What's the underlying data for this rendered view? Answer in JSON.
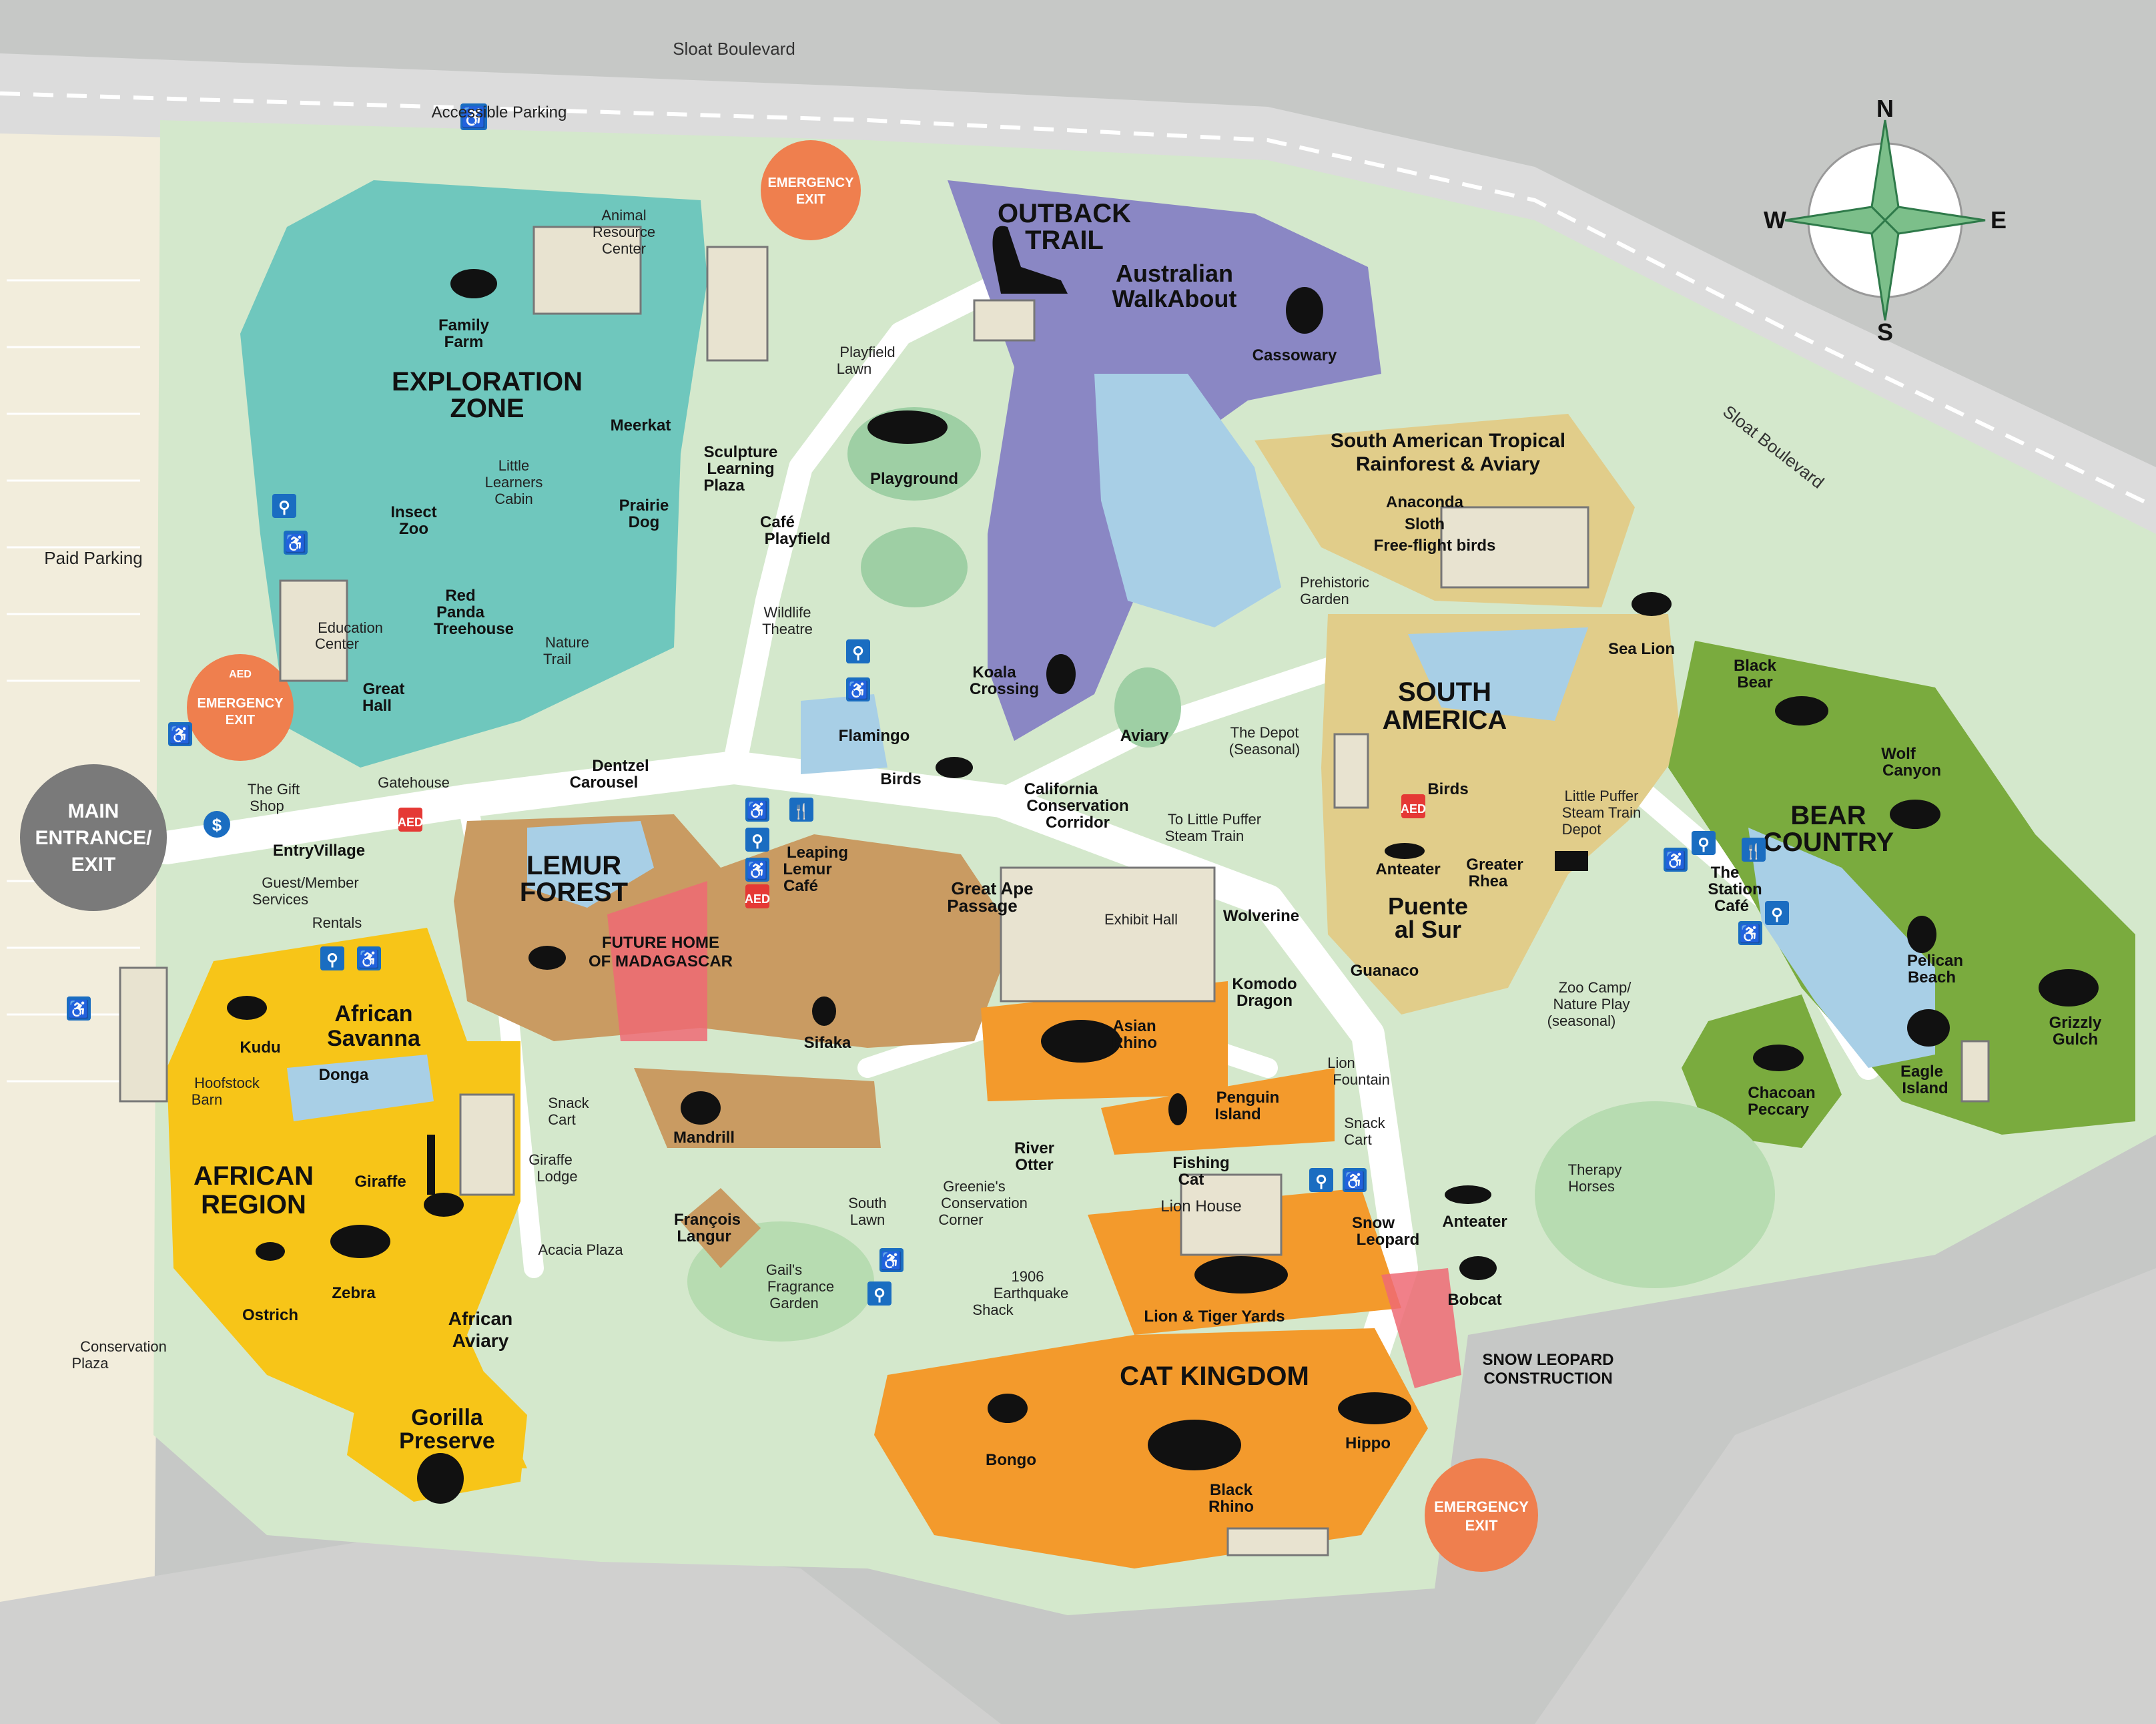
{
  "map": {
    "roads": {
      "top": "Sloat Boulevard",
      "right": "Sloat Boulevard"
    },
    "parking": {
      "accessible": "Accessible Parking",
      "paid": "Paid Parking"
    },
    "compass": {
      "n": "N",
      "s": "S",
      "e": "E",
      "w": "W"
    },
    "colors": {
      "grounds": "#d4e8cc",
      "exploration_zone": "#6fc7bd",
      "outback_trail": "#8a87c4",
      "african_region": "#f7c518",
      "lemur_forest": "#c99b62",
      "cat_kingdom": "#f39a2c",
      "south_america": "#e1cd8a",
      "bear_country": "#7aab3e",
      "emergency_exit": "#ef7f4e",
      "main_entrance": "#7a7a7a",
      "construction": "#ef6a74",
      "water": "#a8cfe6"
    },
    "exits": {
      "main": [
        "MAIN",
        "ENTRANCE/",
        "EXIT"
      ],
      "emergency": [
        "EMERGENCY",
        "EXIT"
      ],
      "aed": "AED"
    },
    "zones": {
      "exploration": [
        "EXPLORATION",
        "ZONE"
      ],
      "outback": [
        "OUTBACK",
        "TRAIL"
      ],
      "australian_walkabout": [
        "Australian",
        "WalkAbout"
      ],
      "south_america": [
        "SOUTH",
        "AMERICA"
      ],
      "bear_country": [
        "BEAR",
        "COUNTRY"
      ],
      "lemur_forest": [
        "LEMUR",
        "FOREST"
      ],
      "african_region": [
        "AFRICAN",
        "REGION"
      ],
      "african_savanna": [
        "African",
        "Savanna"
      ],
      "cat_kingdom": "CAT KINGDOM",
      "puente": [
        "Puente",
        "al Sur"
      ],
      "gorilla": [
        "Gorilla",
        "Preserve"
      ],
      "sa_rainforest": [
        "South American Tropical",
        "Rainforest & Aviary"
      ]
    },
    "construction": {
      "madagascar": [
        "FUTURE HOME",
        "OF MADAGASCAR"
      ],
      "snow_leopard": [
        "SNOW LEOPARD",
        "CONSTRUCTION"
      ]
    },
    "labels": {
      "family_farm": [
        "Family",
        "Farm"
      ],
      "animal_resource": [
        "Animal",
        "Resource",
        "Center"
      ],
      "meerkat": "Meerkat",
      "little_learners": [
        "Little",
        "Learners",
        "Cabin"
      ],
      "insect_zoo": [
        "Insect",
        "Zoo"
      ],
      "prairie_dog": [
        "Prairie",
        "Dog"
      ],
      "red_panda": [
        "Red",
        "Panda",
        "Treehouse"
      ],
      "nature_trail": [
        "Nature",
        "Trail"
      ],
      "education_center": [
        "Education",
        "Center"
      ],
      "great_hall": [
        "Great",
        "Hall"
      ],
      "sculpture_plaza": [
        "Sculpture",
        "Learning",
        "Plaza"
      ],
      "playfield_lawn": [
        "Playfield",
        "Lawn"
      ],
      "playground": "Playground",
      "cafe_playfield": [
        "Café",
        "Playfield"
      ],
      "wildlife_theatre": [
        "Wildlife",
        "Theatre"
      ],
      "flamingo": "Flamingo",
      "birds_flam": "Birds",
      "koala": [
        "Koala",
        "Crossing"
      ],
      "aviary": "Aviary",
      "ca_corridor": [
        "California",
        "Conservation",
        "Corridor"
      ],
      "cassowary": "Cassowary",
      "anaconda": "Anaconda",
      "sloth": "Sloth",
      "freeflight": "Free-flight birds",
      "prehistoric": [
        "Prehistoric",
        "Garden"
      ],
      "sea_lion": "Sea Lion",
      "the_depot": [
        "The Depot",
        "(Seasonal)"
      ],
      "birds_sa": "Birds",
      "anteater_sa": "Anteater",
      "greater_rhea": [
        "Greater",
        "Rhea"
      ],
      "guanaco": "Guanaco",
      "steam_depot": [
        "Little Puffer",
        "Steam Train",
        "Depot"
      ],
      "black_bear": [
        "Black",
        "Bear"
      ],
      "wolf_canyon": [
        "Wolf",
        "Canyon"
      ],
      "station_cafe": [
        "The",
        "Station",
        "Café"
      ],
      "pelican": [
        "Pelican",
        "Beach"
      ],
      "eagle": [
        "Eagle",
        "Island"
      ],
      "grizzly": [
        "Grizzly",
        "Gulch"
      ],
      "chacoan": [
        "Chacoan",
        "Peccary"
      ],
      "zoo_camp": [
        "Zoo Camp/",
        "Nature Play",
        "(seasonal)"
      ],
      "therapy": [
        "Therapy",
        "Horses"
      ],
      "anteater_cat": "Anteater",
      "bobcat": "Bobcat",
      "dentzel": [
        "Dentzel",
        "Carousel"
      ],
      "gift_shop": [
        "The Gift",
        "Shop"
      ],
      "gatehouse": "Gatehouse",
      "entryvillage": "EntryVillage",
      "guest_services": [
        "Guest/Member",
        "Services"
      ],
      "rentals": "Rentals",
      "leaping_lemur": [
        "Leaping",
        "Lemur",
        "Café"
      ],
      "great_ape": [
        "Great Ape",
        "Passage"
      ],
      "to_puffer": [
        "To Little Puffer",
        "Steam Train"
      ],
      "exhibit_hall": "Exhibit Hall",
      "wolverine": "Wolverine",
      "komodo": [
        "Komodo",
        "Dragon"
      ],
      "asian_rhino": [
        "Asian",
        "Rhino"
      ],
      "lion_fountain": [
        "Lion",
        "Fountain"
      ],
      "penguin": [
        "Penguin",
        "Island"
      ],
      "snack_cart": [
        "Snack",
        "Cart"
      ],
      "fishing_cat": [
        "Fishing",
        "Cat"
      ],
      "lion_house": "Lion House",
      "snow_leopard": [
        "Snow",
        "Leopard"
      ],
      "lion_tiger": "Lion & Tiger Yards",
      "river_otter": [
        "River",
        "Otter"
      ],
      "greenies": [
        "Greenie's",
        "Conservation",
        "Corner"
      ],
      "earthquake": [
        "1906",
        "Earthquake",
        "Shack"
      ],
      "south_lawn": [
        "South",
        "Lawn"
      ],
      "gails": [
        "Gail's",
        "Fragrance",
        "Garden"
      ],
      "francois": [
        "François",
        "Langur"
      ],
      "sifaka": "Sifaka",
      "mandrill": "Mandrill",
      "kudu": "Kudu",
      "hoofstock": [
        "Hoofstock",
        "Barn"
      ],
      "donga": "Donga",
      "giraffe": "Giraffe",
      "giraffe_lodge": [
        "Giraffe",
        "Lodge"
      ],
      "zebra": "Zebra",
      "ostrich": "Ostrich",
      "african_aviary": [
        "African",
        "Aviary"
      ],
      "acacia": "Acacia Plaza",
      "conservation_plaza": [
        "Conservation",
        "Plaza"
      ],
      "bongo": "Bongo",
      "black_rhino": [
        "Black",
        "Rhino"
      ],
      "hippo": "Hippo"
    }
  }
}
